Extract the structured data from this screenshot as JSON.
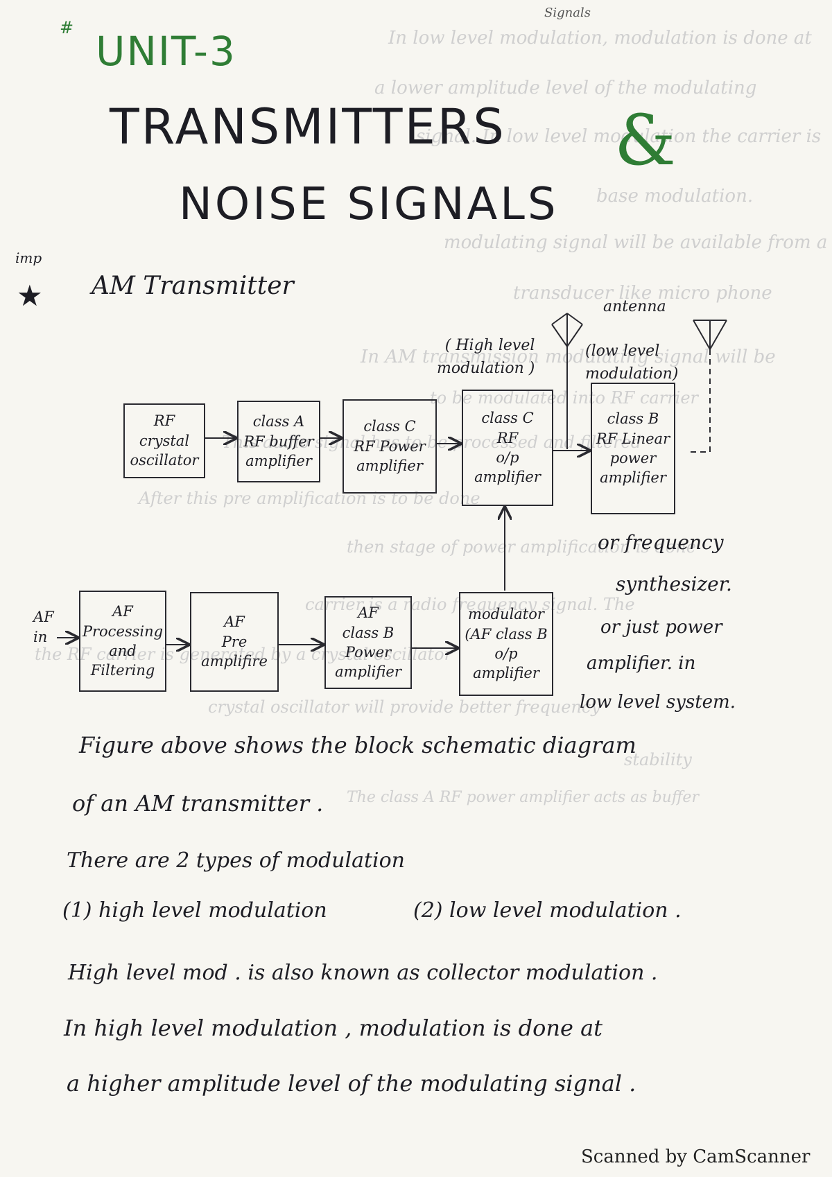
{
  "header": {
    "corner_mark": "#",
    "top_scribble": "Signals",
    "unit_label": "UNIT-3",
    "title_line1": "TRANSMITTERS",
    "ampersand": "&",
    "title_line2": "NOISE SIGNALS"
  },
  "section": {
    "imp_mark": "imp",
    "star": "★",
    "heading": "AM Transmitter"
  },
  "diagram": {
    "antenna_label": "antenna",
    "high_level_note": "( High level\nmodulation )",
    "low_level_note": "(low level\nmodulation)",
    "blocks": {
      "rf_oscillator": "RF\ncrystal\noscillator",
      "rf_buffer": "class A\nRF buffer\namplifier",
      "rf_power": "class C\nRF Power\namplifier",
      "rf_output": "class C\nRF\no/p\namplifier",
      "rf_linear": "class B\nRF Linear\npower\namplifier",
      "af_processing": "AF\nProcessing\nand\nFiltering",
      "af_pre": "AF\nPre\namplifire",
      "af_power": "AF\nclass B\nPower\namplifier",
      "modulator": "modulator\n(AF class B\no/p\namplifier"
    },
    "af_input": "AF\nin",
    "side_note_1": "or frequency",
    "side_note_2": "synthesizer.",
    "side_note_3": "or just power",
    "side_note_4": "amplifier. in",
    "side_note_5": "low level system."
  },
  "body": {
    "para1_line1": "Figure above shows the block schematic diagram",
    "para1_line2": "of an AM transmitter .",
    "types_line": "There are 2 types of modulation",
    "type_1": "(1) high level modulation",
    "type_2": "(2) low level modulation .",
    "high_level_line": "High level mod . is also known as collector modulation .",
    "para2_line1": "In high level modulation , modulation is done at",
    "para2_line2": "a higher amplitude level of the modulating signal ."
  },
  "bleed_through": [
    "In low level modulation, modulation is done at",
    "a lower amplitude level of the modulating",
    "signal. In low level modulation the carrier is",
    "base modulation.",
    "modulating signal will be available from a",
    "transducer like micro phone",
    "In AM transmission modulating signal will be",
    "to be modulated into RF carrier",
    "This audio signal has to be processed and filtered",
    "After this pre amplification is to be done",
    "then stage of power amplification is done",
    "carrier is a radio frequency signal. The",
    "the RF carrier is generated by a crystal oscillator",
    "crystal oscillator will provide better frequency",
    "stability",
    "The class A RF power amplifier acts as buffer"
  ],
  "footer": {
    "watermark": "Scanned by CamScanner"
  }
}
